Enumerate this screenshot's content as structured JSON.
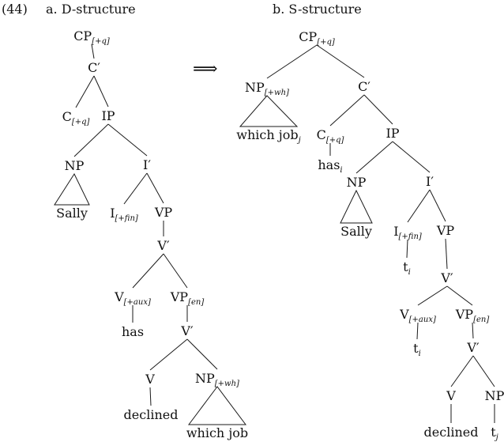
{
  "example_number": "(44)",
  "panels": {
    "a": {
      "heading": "a. D-structure"
    },
    "b": {
      "heading": "b. S-structure"
    }
  },
  "arrow": "⟹",
  "trees": {
    "d": {
      "nodes": [
        {
          "id": "d_cp",
          "label": "CP",
          "sub": "[+q]"
        },
        {
          "id": "d_cbar",
          "label": "C′"
        },
        {
          "id": "d_c",
          "label": "C",
          "sub": "[+q]"
        },
        {
          "id": "d_ip",
          "label": "IP"
        },
        {
          "id": "d_np1",
          "label": "NP"
        },
        {
          "id": "d_ibar",
          "label": "I′"
        },
        {
          "id": "d_sally",
          "label": "Sally"
        },
        {
          "id": "d_i",
          "label": "I",
          "sub": "[+fin]"
        },
        {
          "id": "d_vp1",
          "label": "VP"
        },
        {
          "id": "d_vbar1",
          "label": "V′"
        },
        {
          "id": "d_vaux",
          "label": "V",
          "sub": "[+aux]"
        },
        {
          "id": "d_vpen",
          "label": "VP",
          "sub": "[en]"
        },
        {
          "id": "d_has",
          "label": "has"
        },
        {
          "id": "d_vbar2",
          "label": "V′"
        },
        {
          "id": "d_v",
          "label": "V"
        },
        {
          "id": "d_npwh",
          "label": "NP",
          "sub": "[+wh]"
        },
        {
          "id": "d_declined",
          "label": "declined"
        },
        {
          "id": "d_whichjob",
          "label": "which job"
        }
      ]
    },
    "s": {
      "nodes": [
        {
          "id": "s_cp",
          "label": "CP",
          "sub": "[+q]"
        },
        {
          "id": "s_npwh",
          "label": "NP",
          "sub": "[+wh]"
        },
        {
          "id": "s_cbar",
          "label": "C′"
        },
        {
          "id": "s_whichjob",
          "label": "which job",
          "sub": "j"
        },
        {
          "id": "s_c",
          "label": "C",
          "sub": "[+q]"
        },
        {
          "id": "s_ip",
          "label": "IP"
        },
        {
          "id": "s_has",
          "label": "has",
          "sub": "i"
        },
        {
          "id": "s_np1",
          "label": "NP"
        },
        {
          "id": "s_ibar",
          "label": "I′"
        },
        {
          "id": "s_sally",
          "label": "Sally"
        },
        {
          "id": "s_i",
          "label": "I",
          "sub": "[+fin]"
        },
        {
          "id": "s_vp1",
          "label": "VP"
        },
        {
          "id": "s_ti1",
          "label": "t",
          "sub": "i"
        },
        {
          "id": "s_vbar1",
          "label": "V′"
        },
        {
          "id": "s_vaux",
          "label": "V",
          "sub": "[+aux]"
        },
        {
          "id": "s_vpen",
          "label": "VP",
          "sub": "[en]"
        },
        {
          "id": "s_ti2",
          "label": "t",
          "sub": "i"
        },
        {
          "id": "s_vbar2",
          "label": "V′"
        },
        {
          "id": "s_v",
          "label": "V"
        },
        {
          "id": "s_np2",
          "label": "NP"
        },
        {
          "id": "s_declined",
          "label": "declined"
        },
        {
          "id": "s_tj",
          "label": "t",
          "sub": "j"
        }
      ]
    }
  }
}
